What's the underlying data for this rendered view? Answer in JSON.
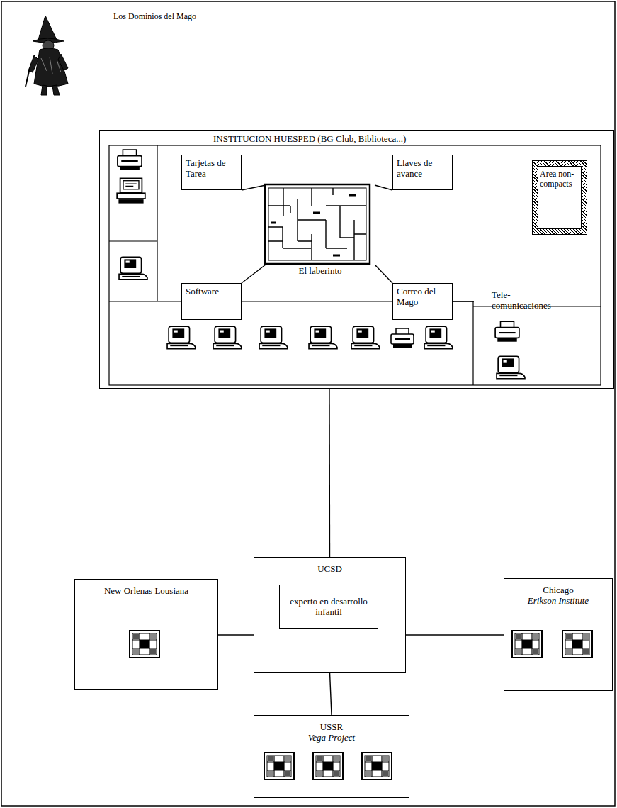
{
  "diagram": {
    "title": "Los Dominios del Mago",
    "nodes": [
      {
        "text": [
          "INSTITUCION HUESPED (BG Club, Biblioteca...)"
        ]
      },
      {
        "text": [
          "Tarjetas de Tarea"
        ],
        "in": 0
      },
      {
        "text": [
          "Llaves de avance"
        ],
        "in": 0
      },
      {
        "text": [
          "Area non-compacts"
        ],
        "in": 0
      },
      {
        "text": [
          "El laberinto"
        ],
        "in": 0
      },
      {
        "text": [
          "Software"
        ],
        "in": 0
      },
      {
        "text": [
          "Correo del Mago"
        ],
        "in": 0
      },
      {
        "text": [
          "Tele- comunicaciones"
        ],
        "in": 0
      },
      {
        "text": [
          "New Orlenas Lousiana"
        ]
      },
      {
        "text": [
          "UCSD"
        ]
      },
      {
        "text": [
          "experto en desarrollo infantil"
        ],
        "in": 9
      },
      {
        "text": [
          "Chicago",
          "Erikson Institute"
        ]
      },
      {
        "text": [
          "USSR",
          "Vega Project"
        ]
      }
    ],
    "edges": [
      {
        "from": 1,
        "to": 4,
        "arrow": "none"
      },
      {
        "from": 2,
        "to": 4,
        "arrow": "none"
      },
      {
        "from": 5,
        "to": 4,
        "arrow": "none"
      },
      {
        "from": 6,
        "to": 4,
        "arrow": "none"
      },
      {
        "from": 6,
        "to": 7,
        "arrow": "none"
      },
      {
        "from": 0,
        "to": 9,
        "arrow": "none"
      },
      {
        "from": 8,
        "to": 9,
        "arrow": "none"
      },
      {
        "from": 9,
        "to": 11,
        "arrow": "none"
      },
      {
        "from": 9,
        "to": 12,
        "arrow": "none"
      }
    ]
  }
}
